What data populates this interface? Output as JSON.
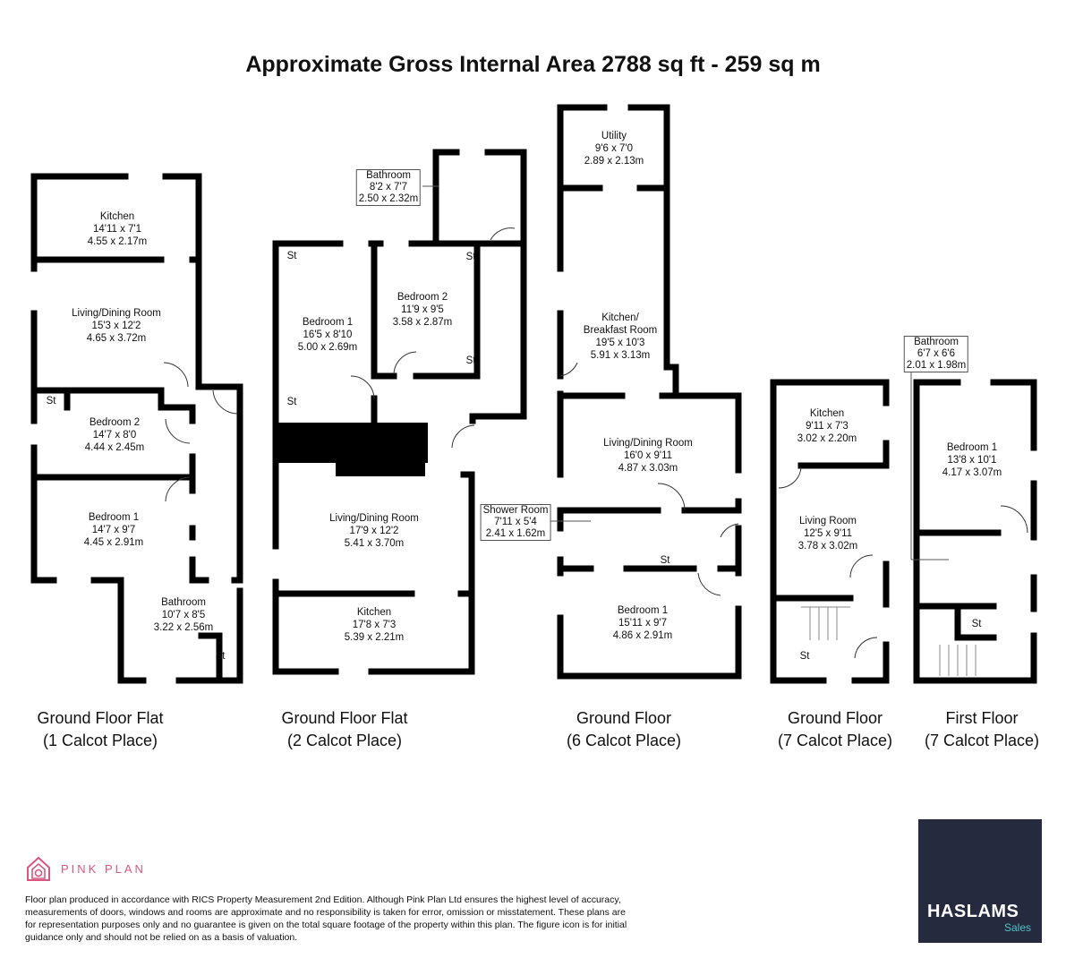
{
  "title": "Approximate Gross Internal Area 2788 sq ft - 259 sq m",
  "plans": [
    {
      "caption_line1": "Ground Floor Flat",
      "caption_line2": "(1 Calcot Place)",
      "rooms": [
        {
          "name": "Kitchen",
          "imperial": "14'11 x 7'1",
          "metric": "4.55 x 2.17m"
        },
        {
          "name": "Living/Dining Room",
          "imperial": "15'3 x 12'2",
          "metric": "4.65 x 3.72m"
        },
        {
          "name": "Bedroom 2",
          "imperial": "14'7 x 8'0",
          "metric": "4.44 x 2.45m"
        },
        {
          "name": "Bedroom 1",
          "imperial": "14'7 x 9'7",
          "metric": "4.45 x 2.91m"
        },
        {
          "name": "Bathroom",
          "imperial": "10'7 x 8'5",
          "metric": "3.22 x 2.56m"
        }
      ],
      "storage": [
        "St",
        "St"
      ]
    },
    {
      "caption_line1": "Ground Floor Flat",
      "caption_line2": "(2 Calcot Place)",
      "rooms": [
        {
          "name": "Bathroom",
          "imperial": "8'2 x 7'7",
          "metric": "2.50 x 2.32m"
        },
        {
          "name": "Bedroom 1",
          "imperial": "16'5 x 8'10",
          "metric": "5.00 x 2.69m"
        },
        {
          "name": "Bedroom 2",
          "imperial": "11'9 x 9'5",
          "metric": "3.58 x 2.87m"
        },
        {
          "name": "Living/Dining Room",
          "imperial": "17'9 x 12'2",
          "metric": "5.41 x 3.70m"
        },
        {
          "name": "Kitchen",
          "imperial": "17'8 x 7'3",
          "metric": "5.39 x 2.21m"
        }
      ],
      "storage": [
        "St",
        "St",
        "St",
        "St"
      ]
    },
    {
      "caption_line1": "Ground Floor",
      "caption_line2": "(6 Calcot Place)",
      "rooms": [
        {
          "name": "Utility",
          "imperial": "9'6 x 7'0",
          "metric": "2.89 x 2.13m"
        },
        {
          "name": "Kitchen/\nBreakfast Room",
          "imperial": "19'5 x 10'3",
          "metric": "5.91 x 3.13m"
        },
        {
          "name": "Living/Dining Room",
          "imperial": "16'0 x 9'11",
          "metric": "4.87 x 3.03m"
        },
        {
          "name": "Shower Room",
          "imperial": "7'11 x 5'4",
          "metric": "2.41 x 1.62m"
        },
        {
          "name": "Bedroom 1",
          "imperial": "15'11 x 9'7",
          "metric": "4.86 x 2.91m"
        }
      ],
      "storage": [
        "St"
      ]
    },
    {
      "caption_line1": "Ground Floor",
      "caption_line2": "(7 Calcot Place)",
      "rooms": [
        {
          "name": "Kitchen",
          "imperial": "9'11 x 7'3",
          "metric": "3.02 x 2.20m"
        },
        {
          "name": "Living Room",
          "imperial": "12'5 x 9'11",
          "metric": "3.78 x 3.02m"
        }
      ],
      "storage": [
        "St"
      ]
    },
    {
      "caption_line1": "First Floor",
      "caption_line2": "(7 Calcot Place)",
      "rooms": [
        {
          "name": "Bathroom",
          "imperial": "6'7 x 6'6",
          "metric": "2.01 x 1.98m"
        },
        {
          "name": "Bedroom 1",
          "imperial": "13'8 x 10'1",
          "metric": "4.17 x 3.07m"
        }
      ],
      "storage": [
        "St"
      ]
    }
  ],
  "branding": {
    "pink_plan": "PINK PLAN",
    "pink_color": "#d9577f",
    "agent_name": "HASLAMS",
    "agent_sub": "Sales",
    "agent_bg": "#262a3e",
    "agent_accent": "#4fc3c9"
  },
  "disclaimer": "Floor plan produced in accordance with RICS Property Measurement 2nd Edition. Although Pink Plan Ltd ensures the highest level of accuracy, measurements of doors, windows and rooms are approximate and no responsibility is taken for error, omission or misstatement. These plans are for representation purposes only and no guarantee is given on the total square footage of the property within this plan. The figure icon is for initial guidance only and should not be relied on as a basis of valuation."
}
